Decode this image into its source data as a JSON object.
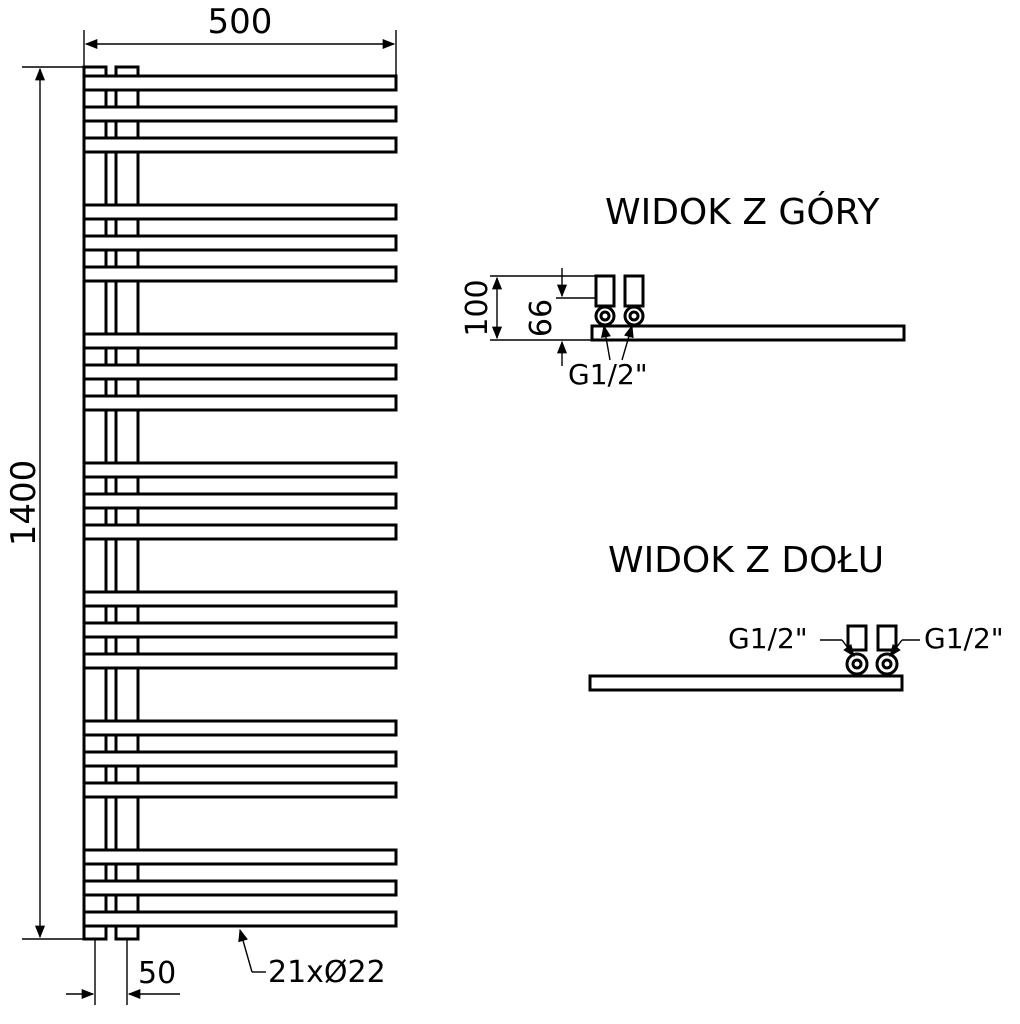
{
  "front_view": {
    "width_label": "500",
    "height_label": "1400",
    "spacing_label": "50",
    "tubes_label": "21xØ22",
    "tube_groups": 7,
    "tubes_per_group": 3
  },
  "top_view": {
    "title": "WIDOK Z GÓRY",
    "depth_label": "100",
    "axis_label": "66",
    "connection_label": "G1/2\""
  },
  "bottom_view": {
    "title": "WIDOK Z DOŁU",
    "connection_left_label": "G1/2\"",
    "connection_right_label": "G1/2\""
  }
}
